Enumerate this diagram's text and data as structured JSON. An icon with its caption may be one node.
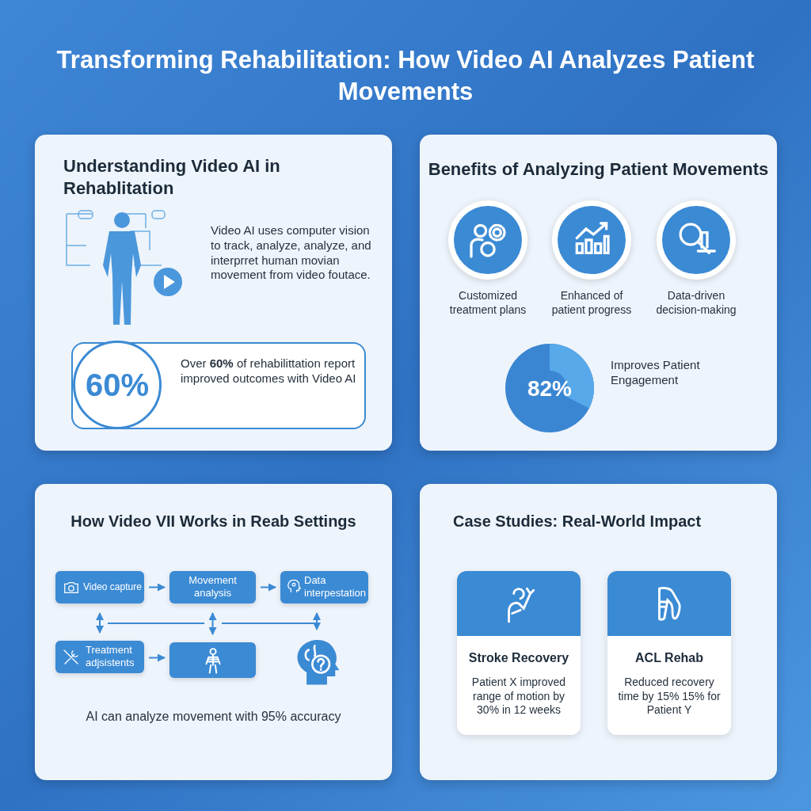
{
  "diagram": {
    "title": "Transforming Rehabilitation: How Video AI Analyzes Patient Movements",
    "nodes": [
      {
        "text": [
          "Understanding Video AI in Rehablitation",
          "Video AI uses computer vision to track, analyze, analyze, and interprret human movian movement from video foutace."
        ]
      },
      {
        "text": [
          "60%",
          "Over **60%** of rehabilittation report improved outcomes with Video AI"
        ],
        "in": 0
      },
      {
        "text": [
          "Benefits of Analyzing Patient Movements"
        ]
      },
      {
        "text": [
          "Customized treatment plans"
        ],
        "in": 2
      },
      {
        "text": [
          "Enhanced of patient progress"
        ],
        "in": 2
      },
      {
        "text": [
          "Data-driven decision-making"
        ],
        "in": 2
      },
      {
        "text": [
          "82%"
        ],
        "in": 2,
        "beside": [
          "Improves Patient Engagement"
        ]
      },
      {
        "text": [
          "How Video VII Works in Reab Settings",
          "AI can analyze movement with 95% accuracy"
        ]
      },
      {
        "text": [
          "Video capture"
        ],
        "in": 7
      },
      {
        "text": [
          "Movement analysis"
        ],
        "in": 7
      },
      {
        "text": [
          "Data interpestation"
        ],
        "in": 7
      },
      {
        "text": [
          "Treatment adjsistents"
        ],
        "in": 7
      },
      {
        "text": [],
        "shape": "box",
        "in": 7
      },
      {
        "text": [],
        "shape": "picture",
        "in": 7
      },
      {
        "text": [
          "Case Studies: Real-World Impact"
        ]
      },
      {
        "text": [
          "Stroke Recovery",
          "Patient X improved range of motion by 30% in 12 weeks"
        ],
        "in": 14
      },
      {
        "text": [
          "ACL Rehab",
          "Reduced recovery time by 15% 15% for Patient Y"
        ],
        "in": 14
      }
    ],
    "edges": [
      {
        "from": 8,
        "to": 9,
        "arrow": "to"
      },
      {
        "from": 9,
        "to": 10,
        "arrow": "to"
      },
      {
        "from": 11,
        "to": 12,
        "arrow": "to"
      },
      {
        "from": 8,
        "to": 11,
        "arrow": "both"
      },
      {
        "from": 9,
        "to": 12,
        "arrow": "both"
      },
      {
        "from": 10,
        "to": 13,
        "arrow": "both"
      }
    ]
  }
}
